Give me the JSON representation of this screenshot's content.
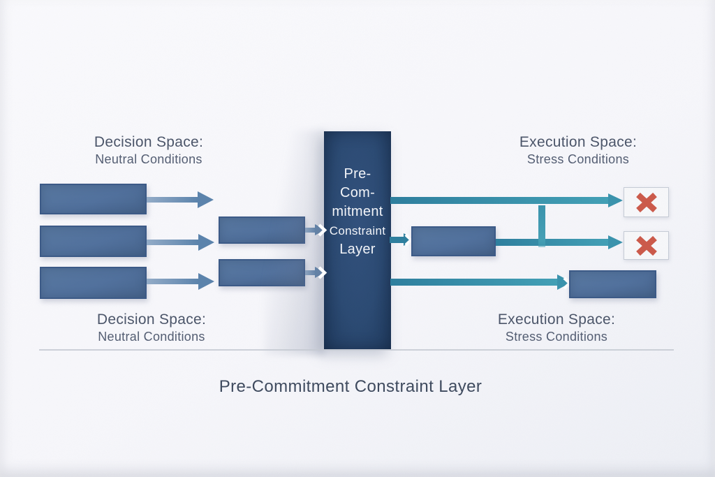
{
  "diagram": {
    "title": "Pre-Commitment Constraint Layer",
    "headings": {
      "decision_top": {
        "title": "Decision Space:",
        "subtitle": "Neutral Conditions"
      },
      "decision_bottom": {
        "title": "Decision Space:",
        "subtitle": "Neutral Conditions"
      },
      "execution_top": {
        "title": "Execution Space:",
        "subtitle": "Stress Conditions"
      },
      "execution_bottom": {
        "title": "Execution Space:",
        "subtitle": "Stress Conditions"
      }
    },
    "constraint_layer": {
      "lines": [
        "Pre-",
        "Com-",
        "mitment",
        "Constraint",
        "Layer"
      ]
    },
    "colors": {
      "background": "#f7f7fb",
      "box_fill": "#51719d",
      "box_border": "#3b5a87",
      "bar_fill": "#2b4a73",
      "bar_text": "#f4f6fa",
      "steel_arrow": "#5b83ac",
      "teal_arrow": "#3a93ad",
      "teal_arrow_dark": "#2e7f9e",
      "x_mark": "#cc5a4a",
      "x_box_fill": "#f7f8fa",
      "x_box_border": "#c6ccd6",
      "heading_text": "#4b5569",
      "title_text": "#3e4a5e",
      "divider": "#c6cad2"
    }
  }
}
